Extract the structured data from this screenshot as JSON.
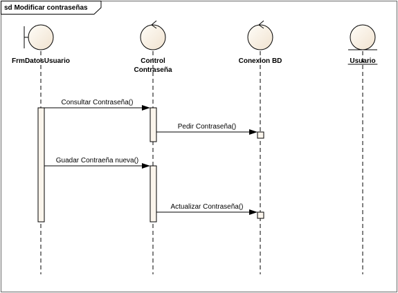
{
  "frame_title": "sd Modificar contraseñas",
  "participants": [
    {
      "id": "frm",
      "kind": "boundary",
      "name_lines": [
        "FrmDatosUsuario"
      ],
      "underline": false
    },
    {
      "id": "ctl",
      "kind": "control",
      "name_lines": [
        "Control",
        "Contraseña"
      ],
      "underline": false
    },
    {
      "id": "bd",
      "kind": "control",
      "name_lines": [
        "Conexion BD"
      ],
      "underline": false
    },
    {
      "id": "usr",
      "kind": "entity",
      "name_lines": [
        "Usuario"
      ],
      "underline": true
    }
  ],
  "messages": [
    {
      "from": "frm",
      "to": "ctl",
      "label": "Consultar Contraseña()"
    },
    {
      "from": "ctl",
      "to": "bd",
      "label": "Pedir Contraseña()"
    },
    {
      "from": "frm",
      "to": "ctl",
      "label": "Guadar Contraeña nueva()"
    },
    {
      "from": "ctl",
      "to": "bd",
      "label": "Actualizar Contraseña()"
    }
  ],
  "colors": {
    "object_fill": "#F5ECE0",
    "activation_fill": "#FBF5EC",
    "line": "#000000",
    "frame_border": "#666666"
  }
}
